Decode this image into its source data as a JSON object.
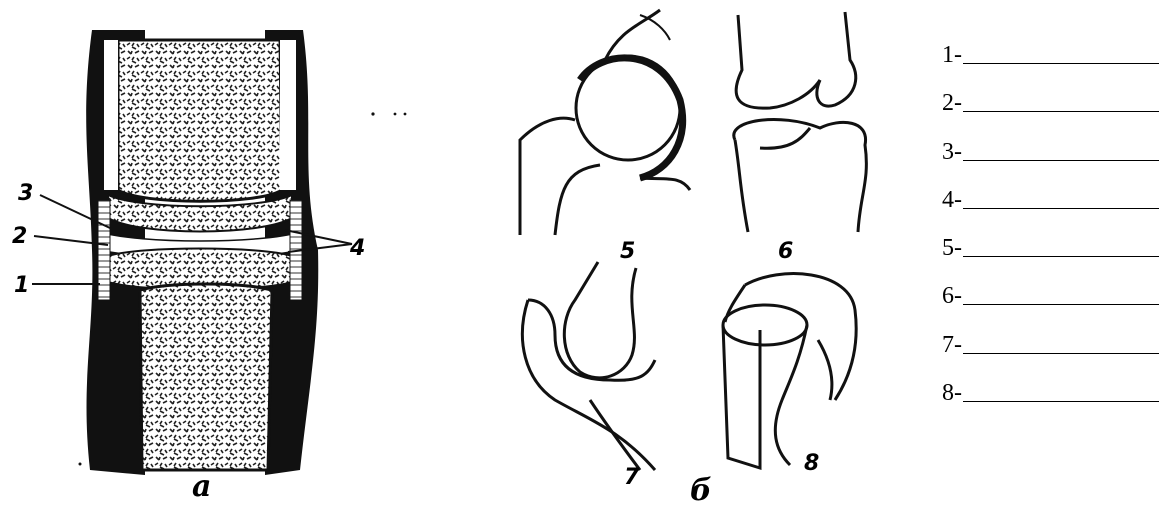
{
  "figure": {
    "callouts": [
      "1",
      "2",
      "3",
      "4",
      "5",
      "6",
      "7",
      "8"
    ],
    "subfigure_labels": [
      "а",
      "б"
    ]
  },
  "answers": [
    {
      "label": "1-"
    },
    {
      "label": "2-"
    },
    {
      "label": "3-"
    },
    {
      "label": "4-"
    },
    {
      "label": "5-"
    },
    {
      "label": "6-"
    },
    {
      "label": "7-"
    },
    {
      "label": "8-"
    }
  ]
}
